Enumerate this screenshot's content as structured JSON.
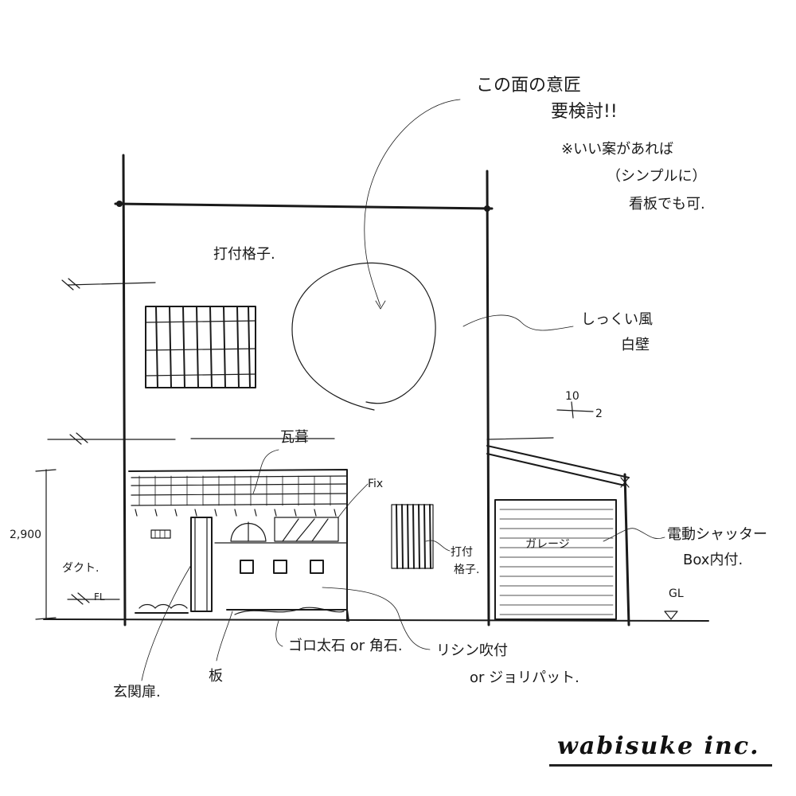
{
  "annotations": {
    "facade_design": [
      "この面の意匠",
      "要検討!!",
      "※いい案があれば",
      "（シンプルに）",
      "看板でも可."
    ],
    "lattice_upper": "打付格子.",
    "plaster_wall": [
      "しっくい風",
      "白壁"
    ],
    "pitch": [
      "10",
      "2"
    ],
    "roof_tile": "瓦葺",
    "fix": "Fix",
    "lattice_lower": [
      "打付",
      "格子."
    ],
    "garage": "ガレージ",
    "shutter": [
      "電動シャッター",
      "Box内付."
    ],
    "height": "2,900",
    "duct": "ダクト.",
    "door": "玄関扉.",
    "board": "板",
    "stones": "ゴロ太石 or 角石.",
    "finish": [
      "リシン吹付",
      "or ジョリパット."
    ],
    "ground": "GL",
    "level_mark": "FL"
  },
  "logo": "wabisuke inc."
}
